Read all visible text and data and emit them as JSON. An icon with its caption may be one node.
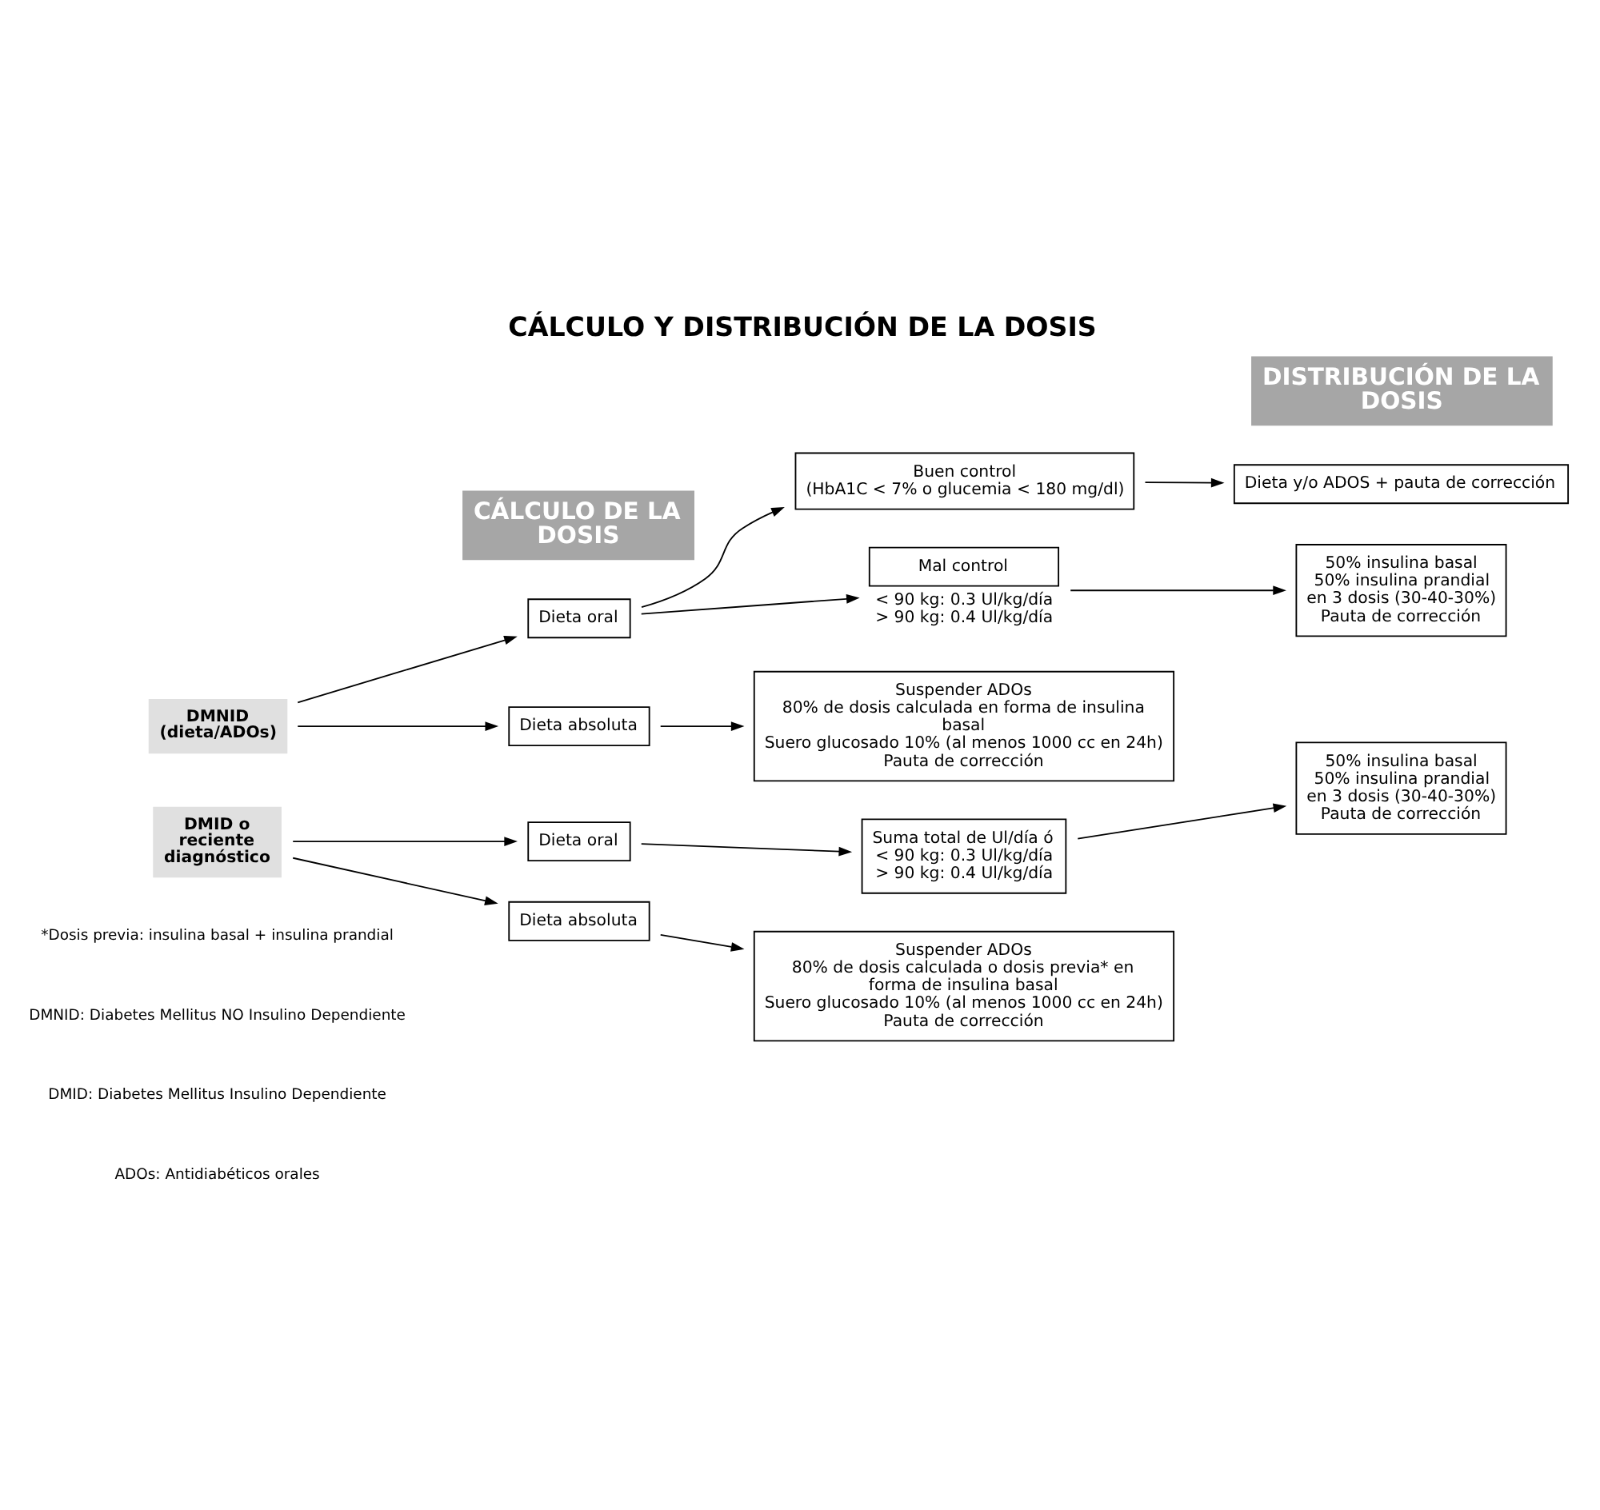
{
  "diagram": {
    "title": "CÁLCULO Y DISTRIBUCIÓN DE LA DOSIS",
    "nodes": [
      {
        "text": [
          "CÁLCULO DE LA DOSIS"
        ]
      },
      {
        "text": [
          "DISTRIBUCIÓN DE LA DOSIS"
        ]
      },
      {
        "text": [
          "DMNID (dieta/ADOs)"
        ]
      },
      {
        "text": [
          "Dieta oral"
        ]
      },
      {
        "text": [
          "Buen control",
          "(HbA1C < 7% o glucemia < 180 mg/dl)"
        ]
      },
      {
        "text": [
          "Dieta y/o ADOS + pauta de corrección"
        ]
      },
      {
        "text": [
          "Mal control"
        ],
        "beside": [
          "< 90 kg: 0.3 Ul/kg/día",
          "> 90 kg: 0.4 Ul/kg/día"
        ]
      },
      {
        "text": [
          "50% insulina basal",
          "50% insulina prandial",
          "en 3 dosis (30-40-30%)",
          "Pauta de corrección"
        ]
      },
      {
        "text": [
          "Dieta absoluta"
        ]
      },
      {
        "text": [
          "Suspender ADOs",
          "80% de dosis calculada en forma de insulina basal",
          "Suero glucosado 10% (al menos 1000 cc en 24h)",
          "Pauta de corrección"
        ]
      },
      {
        "text": [
          "DMID o reciente diagnóstico"
        ]
      },
      {
        "text": [
          "Dieta oral"
        ]
      },
      {
        "text": [
          "Suma total de Ul/día ó",
          "< 90 kg: 0.3 Ul/kg/día",
          "> 90 kg: 0.4 Ul/kg/día"
        ]
      },
      {
        "text": [
          "50% insulina basal",
          "50% insulina prandial",
          "en 3 dosis (30-40-30%)",
          "Pauta de corrección"
        ]
      },
      {
        "text": [
          "Dieta absoluta"
        ]
      },
      {
        "text": [
          "Suspender ADOs",
          "80% de dosis calculada o dosis previa* en forma de insulina basal",
          "Suero glucosado 10% (al menos 1000 cc en 24h)",
          "Pauta de corrección"
        ]
      }
    ],
    "edges": [
      {
        "from": 2,
        "to": 3,
        "arrow": "to"
      },
      {
        "from": 2,
        "to": 8,
        "arrow": "to"
      },
      {
        "from": 3,
        "to": 4,
        "arrow": "to"
      },
      {
        "from": 3,
        "to": 6,
        "arrow": "to"
      },
      {
        "from": 4,
        "to": 5,
        "arrow": "to"
      },
      {
        "from": 6,
        "to": 7,
        "arrow": "to"
      },
      {
        "from": 8,
        "to": 9,
        "arrow": "to"
      },
      {
        "from": 10,
        "to": 11,
        "arrow": "to"
      },
      {
        "from": 10,
        "to": 14,
        "arrow": "to"
      },
      {
        "from": 11,
        "to": 12,
        "arrow": "to"
      },
      {
        "from": 12,
        "to": 13,
        "arrow": "to"
      },
      {
        "from": 14,
        "to": 15,
        "arrow": "to"
      }
    ],
    "labels": [
      "*Dosis previa: insulina basal + insulina prandial",
      "DMNID: Diabetes Mellitus NO Insulino Dependiente",
      "DMID: Diabetes Mellitus Insulino Dependiente",
      "ADOs: Antidiabéticos orales"
    ]
  }
}
